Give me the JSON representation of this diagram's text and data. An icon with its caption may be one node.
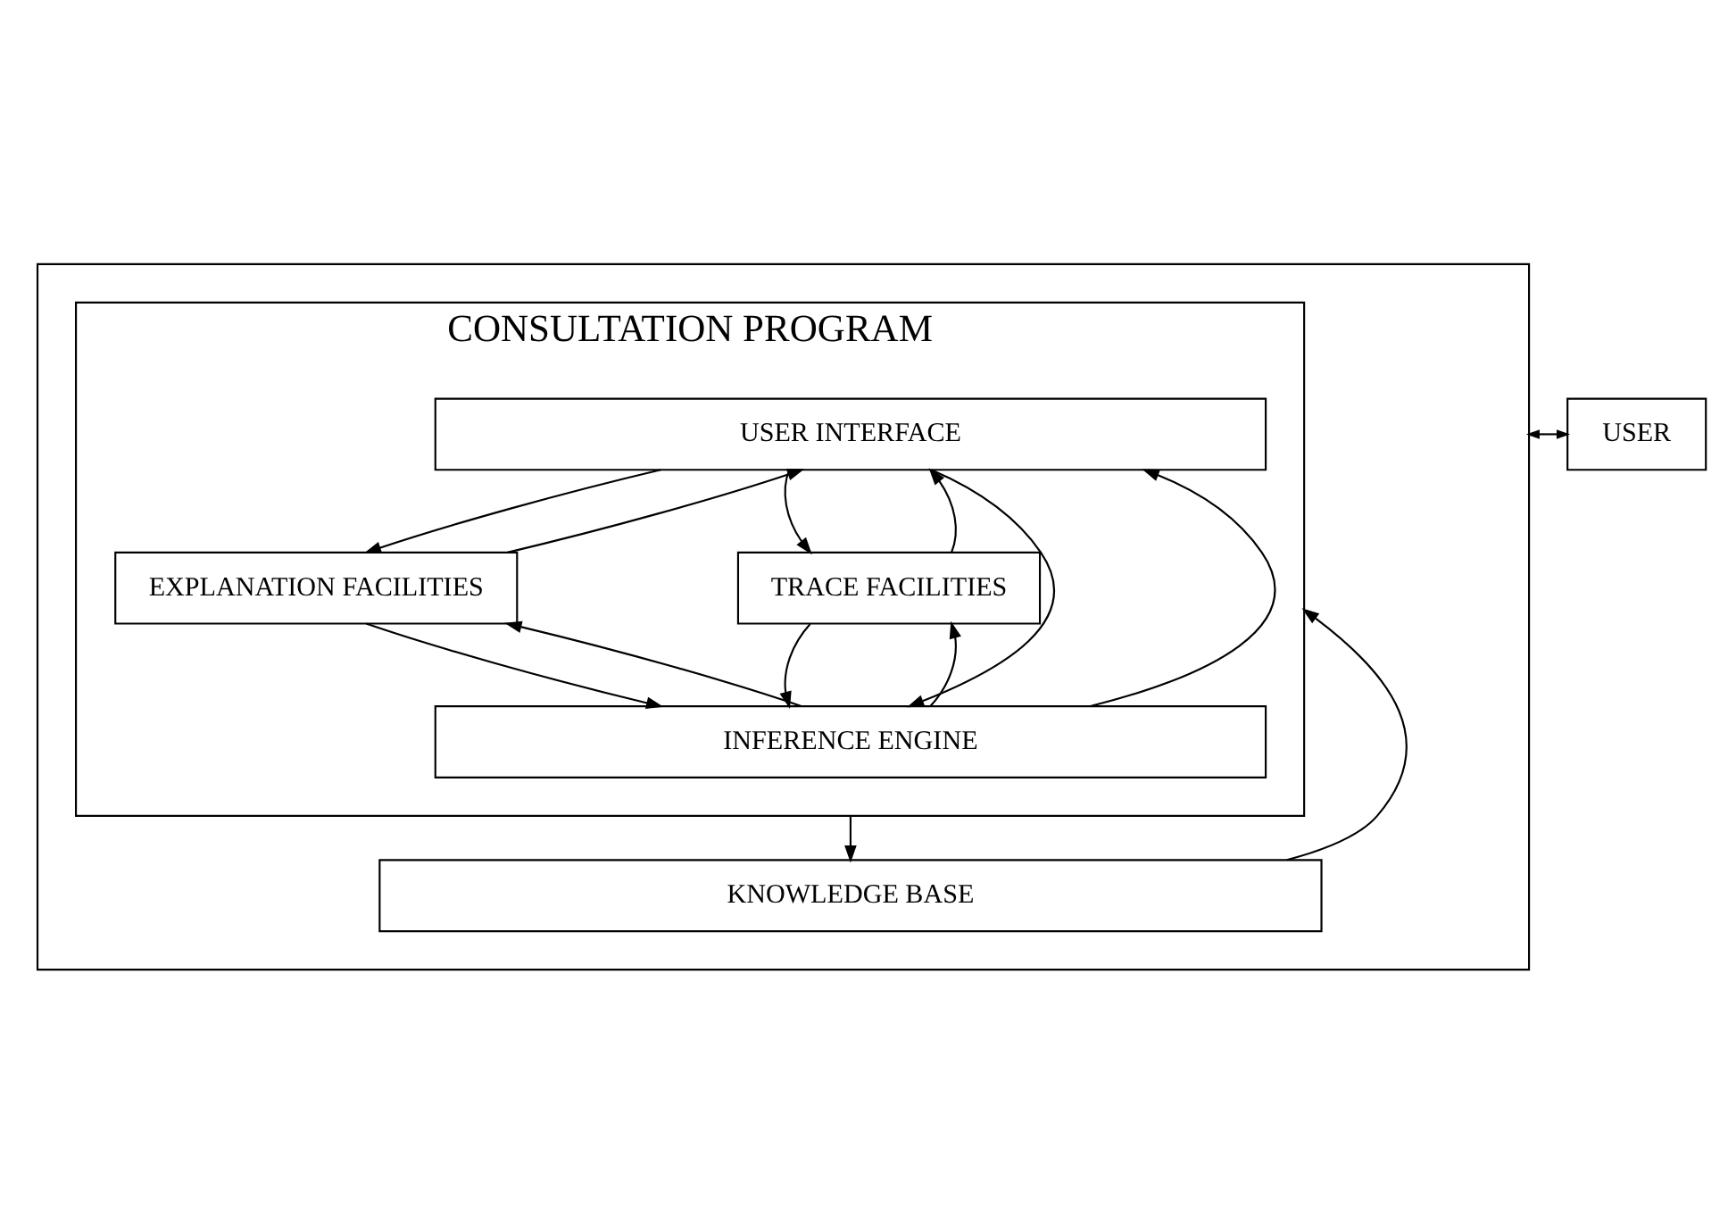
{
  "diagram": {
    "nodes": [
      {
        "text": [],
        "shape": "box"
      },
      {
        "text": [
          "CONSULTATION PROGRAM"
        ],
        "in": 0
      },
      {
        "text": [
          "USER INTERFACE"
        ],
        "in": 1
      },
      {
        "text": [
          "EXPLANATION FACILITIES"
        ],
        "in": 1
      },
      {
        "text": [
          "TRACE FACILITIES"
        ],
        "in": 1
      },
      {
        "text": [
          "INFERENCE ENGINE"
        ],
        "in": 1
      },
      {
        "text": [
          "KNOWLEDGE BASE"
        ],
        "in": 0
      },
      {
        "text": [
          "USER"
        ]
      }
    ],
    "edges": [
      {
        "from": 2,
        "to": 3,
        "arrow": "to"
      },
      {
        "from": 3,
        "to": 2,
        "arrow": "to"
      },
      {
        "from": 2,
        "to": 4,
        "arrow": "to"
      },
      {
        "from": 4,
        "to": 2,
        "arrow": "to"
      },
      {
        "from": 3,
        "to": 5,
        "arrow": "to"
      },
      {
        "from": 5,
        "to": 3,
        "arrow": "to"
      },
      {
        "from": 4,
        "to": 5,
        "arrow": "to"
      },
      {
        "from": 5,
        "to": 4,
        "arrow": "to"
      },
      {
        "from": 2,
        "to": 5,
        "arrow": "to"
      },
      {
        "from": 5,
        "to": 2,
        "arrow": "to"
      },
      {
        "from": 1,
        "to": 6,
        "arrow": "to"
      },
      {
        "from": 6,
        "to": 1,
        "arrow": "to"
      },
      {
        "from": 0,
        "to": 7,
        "arrow": "both"
      }
    ]
  }
}
